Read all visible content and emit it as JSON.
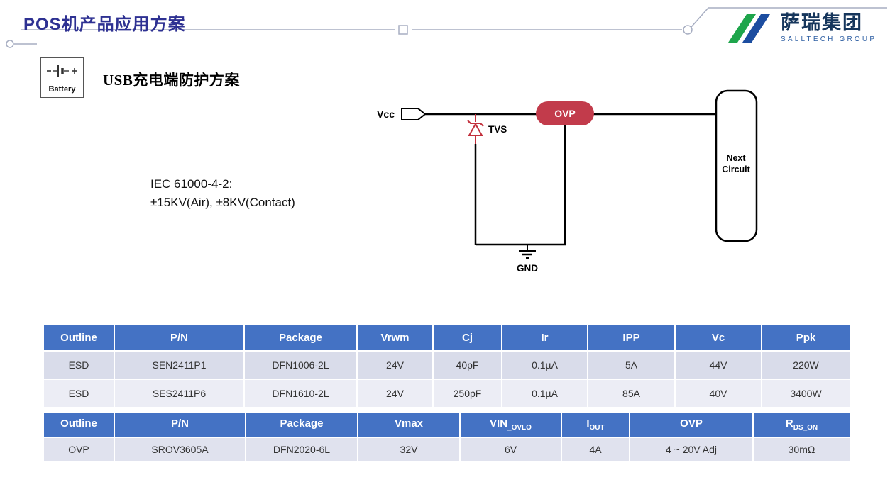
{
  "header": {
    "title": "POS机产品应用方案",
    "logo_name": "萨瑞集团",
    "logo_subtitle": "SALLTECH GROUP"
  },
  "section": {
    "battery_label": "Battery",
    "title": "USB充电端防护方案"
  },
  "diagram": {
    "vcc_label": "Vcc",
    "tvs_label": "TVS",
    "ovp_label": "OVP",
    "gnd_label": "GND",
    "next_line1": "Next",
    "next_line2": "Circuit",
    "iec_line1": "IEC 61000-4-2:",
    "iec_line2": "±15KV(Air), ±8KV(Contact)",
    "ovp_color": "#C23B4B",
    "tvs_color": "#C2303C"
  },
  "esd_table": {
    "headers": [
      "Outline",
      "P/N",
      "Package",
      "Vrwm",
      "Cj",
      "Ir",
      "IPP",
      "Vc",
      "Ppk"
    ],
    "rows": [
      [
        "ESD",
        "SEN2411P1",
        "DFN1006-2L",
        "24V",
        "40pF",
        "0.1µA",
        "5A",
        "44V",
        "220W"
      ],
      [
        "ESD",
        "SES2411P6",
        "DFN1610-2L",
        "24V",
        "250pF",
        "0.1µA",
        "85A",
        "40V",
        "3400W"
      ]
    ]
  },
  "ovp_table": {
    "headers": [
      {
        "main": "Outline",
        "sub": ""
      },
      {
        "main": "P/N",
        "sub": ""
      },
      {
        "main": "Package",
        "sub": ""
      },
      {
        "main": "Vmax",
        "sub": ""
      },
      {
        "main": "VIN",
        "sub": "_OVLO"
      },
      {
        "main": "I",
        "sub": "OUT"
      },
      {
        "main": "OVP",
        "sub": ""
      },
      {
        "main": "R",
        "sub": "DS_ON"
      }
    ],
    "rows": [
      [
        "OVP",
        "SROV3605A",
        "DFN2020-6L",
        "32V",
        "6V",
        "4A",
        "4 ~ 20V Adj",
        "30mΩ"
      ]
    ]
  },
  "colors": {
    "title": "#2E3192",
    "table_header": "#4472C4",
    "row_dark": "#D9DCEA",
    "row_light": "#ECEDF5",
    "logo_green": "#1EA54B",
    "logo_blue": "#1C4DA0"
  }
}
